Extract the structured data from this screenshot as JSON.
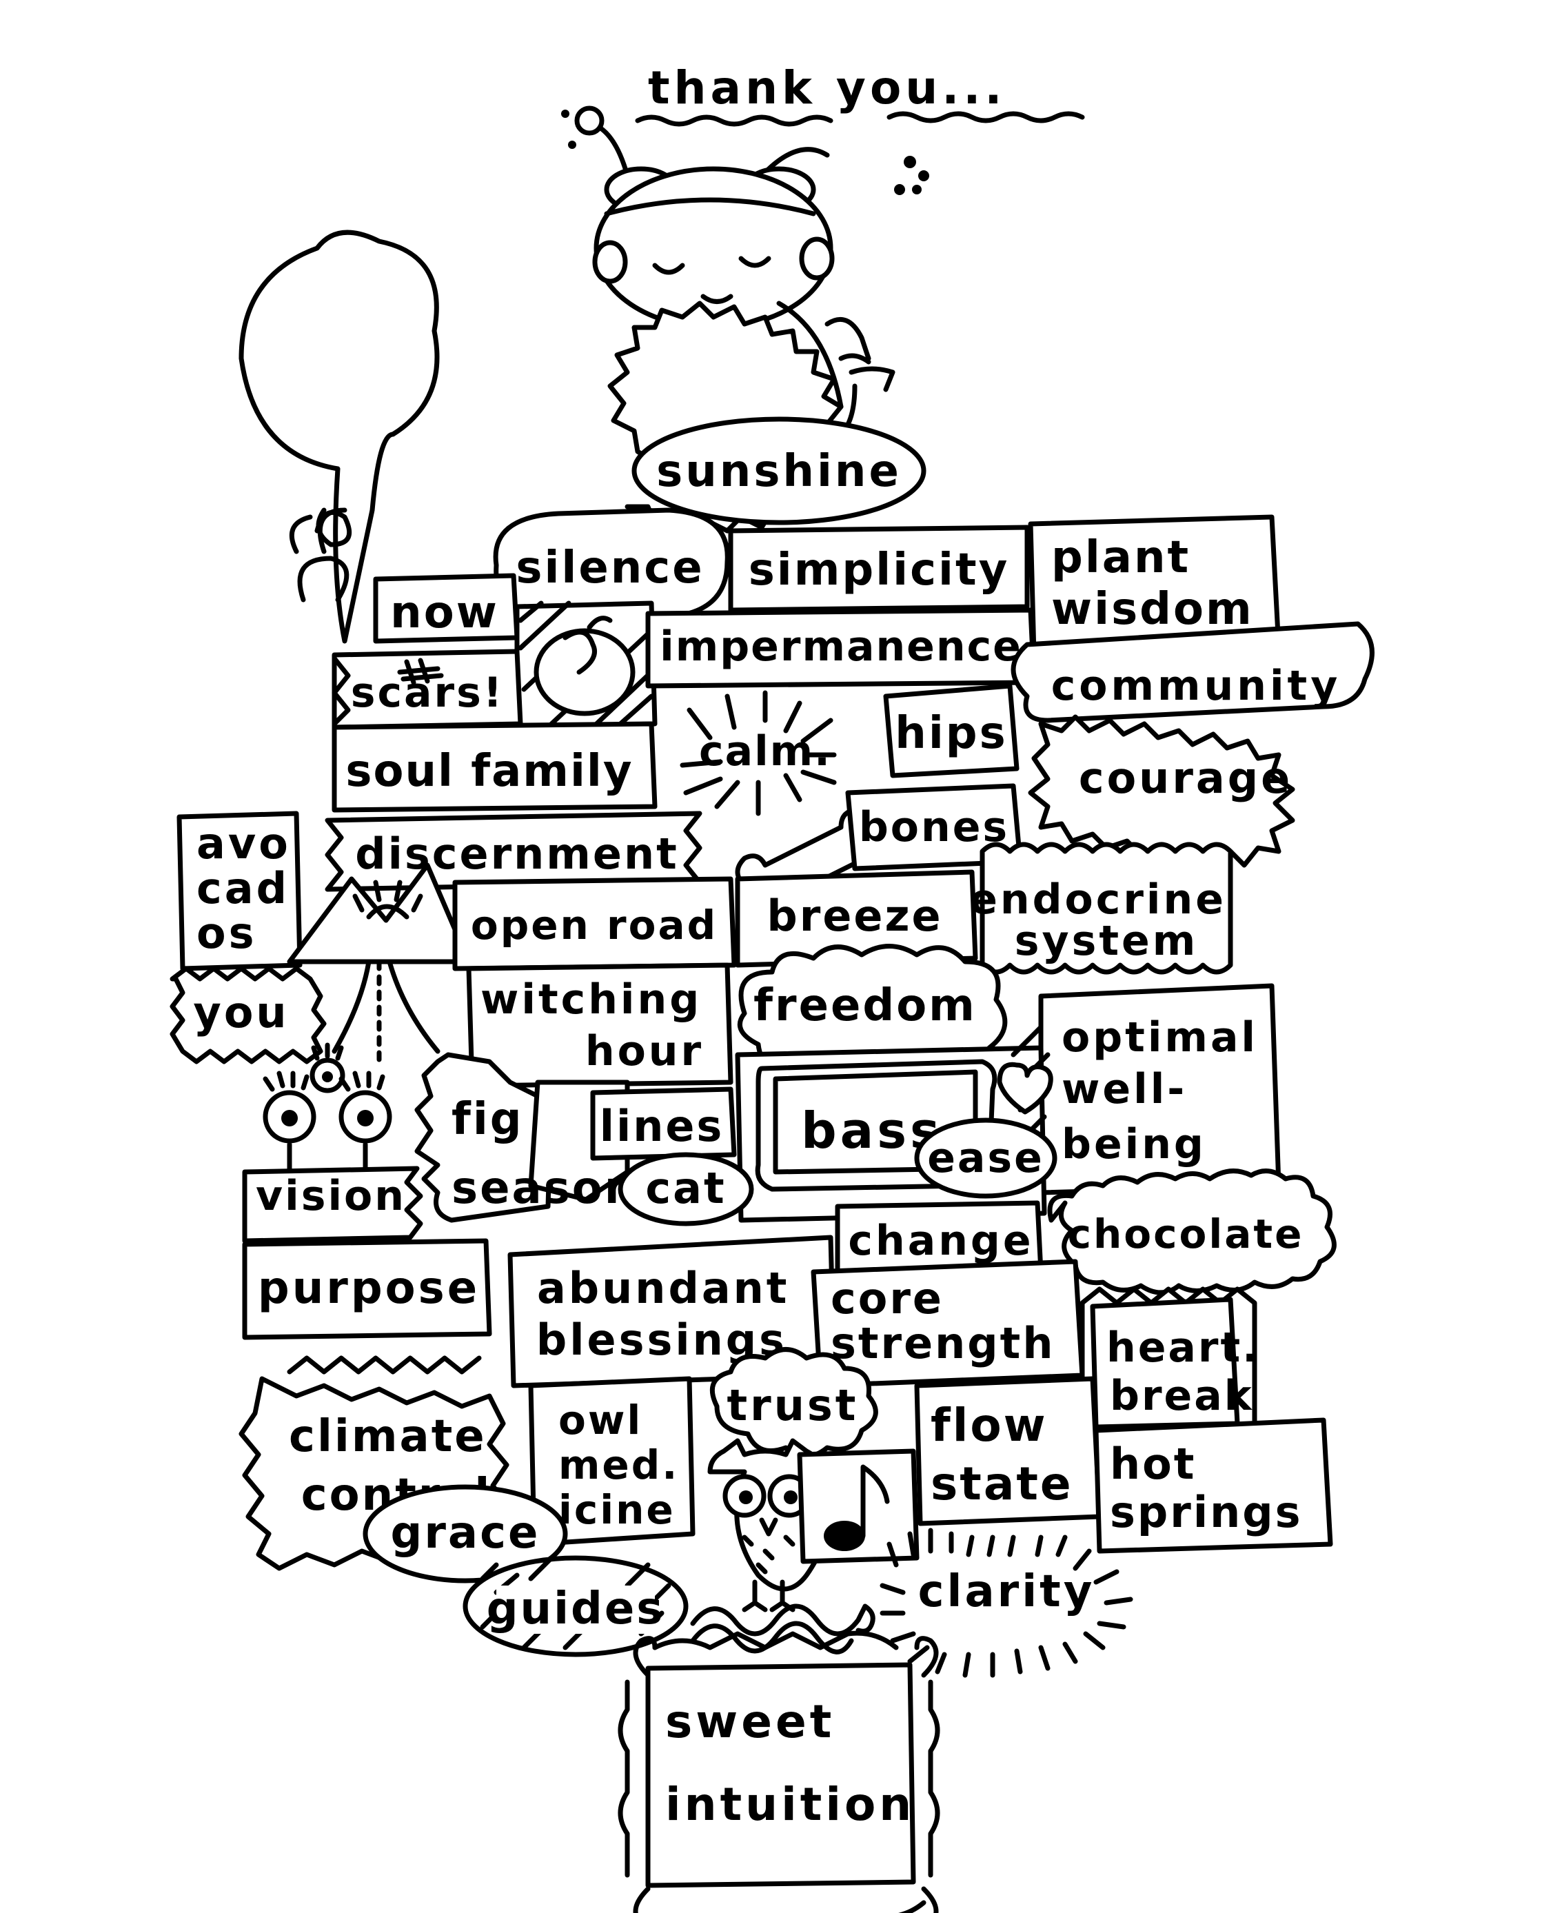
{
  "title": "thank you...",
  "colors": {
    "ink": "#000000",
    "paper": "#ffffff"
  },
  "icons": [
    "meditating-child-drawing",
    "tree-icon",
    "peach-icon",
    "bone-icon",
    "mountains-icon",
    "eyes-icon",
    "tv-icon",
    "heart-icon",
    "owl-icon",
    "music-note-icon",
    "snake-icon"
  ],
  "words": {
    "sunshine": "sunshine",
    "silence": "silence",
    "simplicity": "simplicity",
    "plant_wisdom": [
      "plant",
      "wisdom"
    ],
    "now": "now",
    "impermanence": "impermanence",
    "scars": "scars!",
    "community": "community",
    "calm": "calm.",
    "hips": "hips",
    "soul_family": "soul family",
    "courage": "courage",
    "avocados": [
      "avo",
      "cad",
      "os"
    ],
    "discernment": "discernment",
    "bones": "bones",
    "open_road": "open road",
    "breeze": "breeze",
    "endocrine_system": [
      "endocrine",
      "system"
    ],
    "you": "you",
    "witching_hour": [
      "witching",
      "hour"
    ],
    "freedom": "freedom",
    "optimal_wellbeing": [
      "optimal",
      "well-",
      "being"
    ],
    "fig_season": [
      "fig",
      "season"
    ],
    "lines": "lines",
    "bass": "bass",
    "ease": "ease",
    "vision": "vision",
    "cat": "cat",
    "change": "change",
    "chocolate": "chocolate",
    "purpose": "purpose",
    "abundant_blessings": [
      "abundant",
      "blessings"
    ],
    "core_strength": [
      "core",
      "strength"
    ],
    "heartbreak": [
      "heart.",
      "break"
    ],
    "climate_control": [
      "climate",
      "control"
    ],
    "owl_medicine": [
      "owl",
      "med.",
      "icine"
    ],
    "trust": "trust",
    "flow_state": [
      "flow",
      "state"
    ],
    "hot_springs": [
      "hot",
      "springs"
    ],
    "grace": "grace",
    "guides": "guides",
    "clarity": "clarity",
    "sweet_intuition": [
      "sweet",
      "intuition"
    ]
  }
}
